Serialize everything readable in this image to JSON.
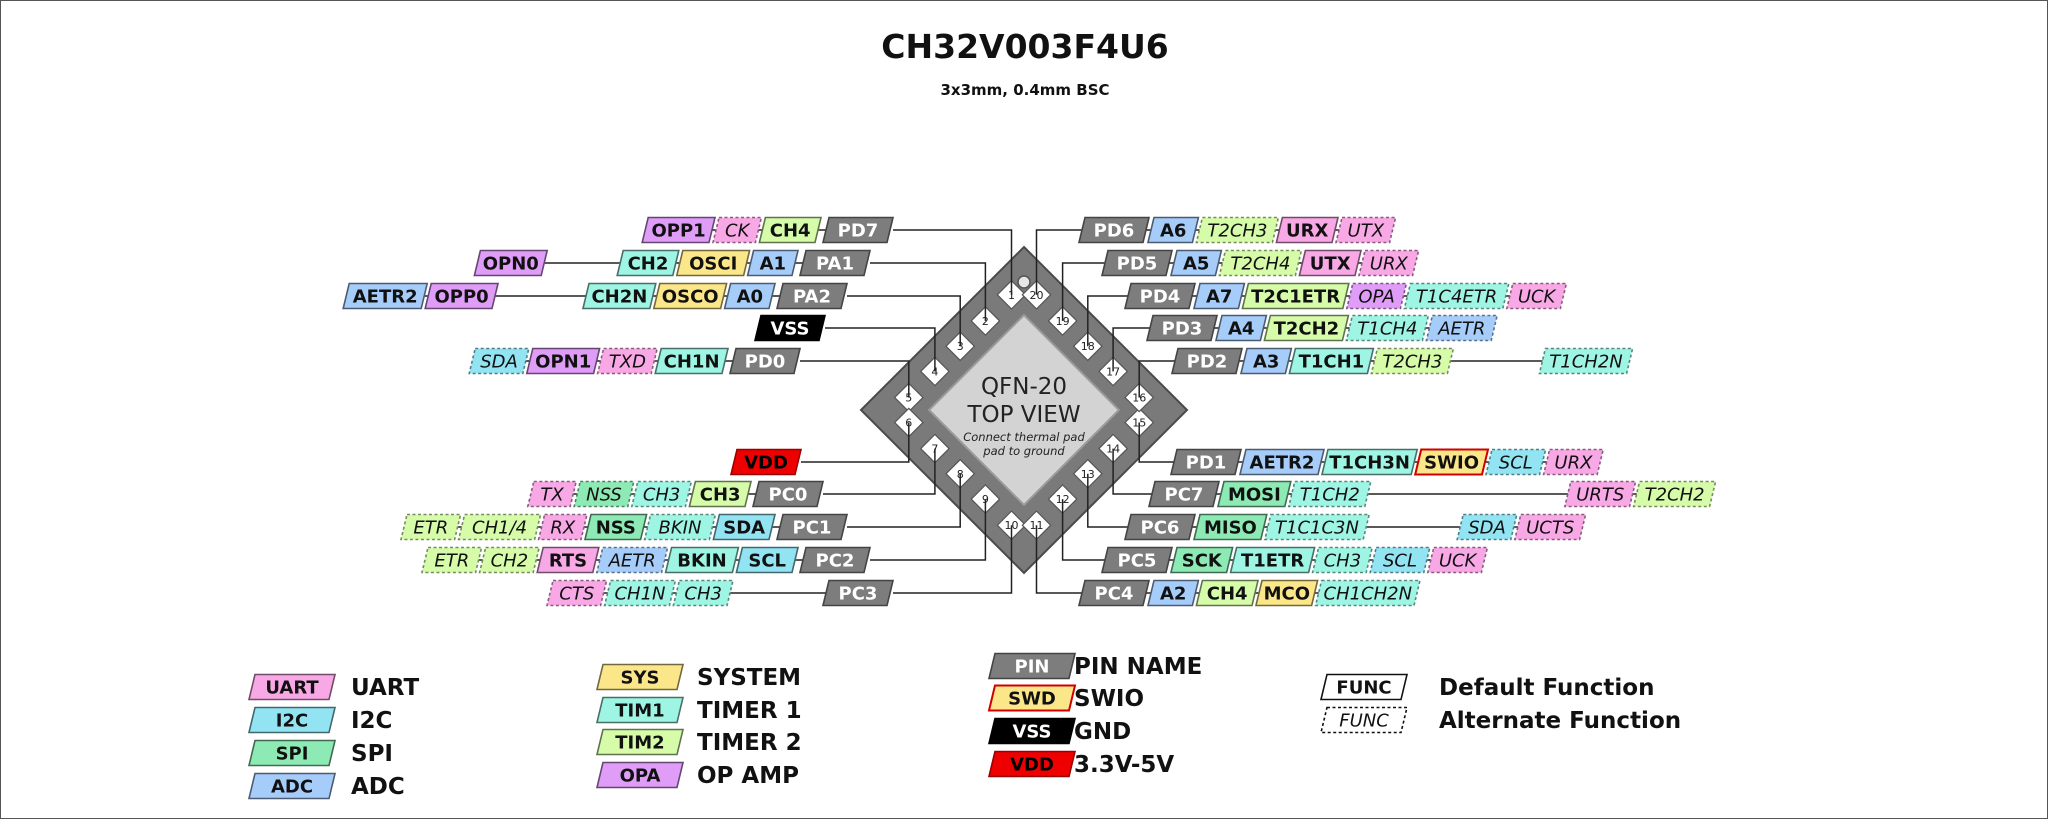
{
  "title": "CH32V003F4U6",
  "subtitle": "3x3mm, 0.4mm BSC",
  "chip": {
    "line1": "QFN-20",
    "line2": "TOP VIEW",
    "note1": "Connect thermal pad",
    "note2": "pad to ground",
    "pin_numbers": [
      "1",
      "2",
      "3",
      "4",
      "5",
      "6",
      "7",
      "8",
      "9",
      "10",
      "11",
      "12",
      "13",
      "14",
      "15",
      "16",
      "17",
      "18",
      "19",
      "20"
    ]
  },
  "colors": {
    "UART": "#f9a8e6",
    "I2C": "#93e4f3",
    "SPI": "#8eeab4",
    "ADC": "#a6cdfa",
    "SYS": "#fbe68a",
    "TIM1": "#9ff5e4",
    "TIM2": "#d6fcaa",
    "OPA": "#df9df8",
    "PIN": "#7d7d7d",
    "SWD": "#fbe68a",
    "VSS": "#000000",
    "VDD": "#ee0000"
  },
  "left_rows": [
    {
      "pin": "PD7",
      "funcs": [
        {
          "t": "OPP1",
          "c": "OPA"
        },
        {
          "t": "CK",
          "c": "UART",
          "alt": true
        },
        {
          "t": "CH4",
          "c": "TIM2"
        }
      ]
    },
    {
      "pin": "PA1",
      "funcs": [
        {
          "t": "OPN0",
          "c": "OPA"
        },
        {
          "t": "CH2",
          "c": "TIM1"
        },
        {
          "t": "OSCI",
          "c": "SYS"
        },
        {
          "t": "A1",
          "c": "ADC"
        }
      ]
    },
    {
      "pin": "PA2",
      "funcs": [
        {
          "t": "AETR2",
          "c": "ADC"
        },
        {
          "t": "OPP0",
          "c": "OPA"
        },
        {
          "t": "CH2N",
          "c": "TIM1"
        },
        {
          "t": "OSCO",
          "c": "SYS"
        },
        {
          "t": "A0",
          "c": "ADC"
        }
      ]
    },
    {
      "pin": "VSS",
      "funcs": []
    },
    {
      "pin": "PD0",
      "funcs": [
        {
          "t": "SDA",
          "c": "I2C",
          "alt": true
        },
        {
          "t": "OPN1",
          "c": "OPA"
        },
        {
          "t": "TXD",
          "c": "UART",
          "alt": true
        },
        {
          "t": "CH1N",
          "c": "TIM1"
        }
      ]
    },
    {
      "pin": "VDD",
      "funcs": []
    },
    {
      "pin": "PC0",
      "funcs": [
        {
          "t": "TX",
          "c": "UART",
          "alt": true
        },
        {
          "t": "NSS",
          "c": "SPI",
          "alt": true
        },
        {
          "t": "CH3",
          "c": "TIM1",
          "alt": true
        },
        {
          "t": "CH3",
          "c": "TIM2"
        }
      ]
    },
    {
      "pin": "PC1",
      "funcs": [
        {
          "t": "ETR",
          "c": "TIM2",
          "alt": true
        },
        {
          "t": "CH1/4",
          "c": "TIM2",
          "alt": true
        },
        {
          "t": "RX",
          "c": "UART",
          "alt": true
        },
        {
          "t": "NSS",
          "c": "SPI"
        },
        {
          "t": "BKIN",
          "c": "TIM1",
          "alt": true
        },
        {
          "t": "SDA",
          "c": "I2C"
        }
      ]
    },
    {
      "pin": "PC2",
      "funcs": [
        {
          "t": "ETR",
          "c": "TIM2",
          "alt": true
        },
        {
          "t": "CH2",
          "c": "TIM2",
          "alt": true
        },
        {
          "t": "RTS",
          "c": "UART"
        },
        {
          "t": "AETR",
          "c": "ADC",
          "alt": true
        },
        {
          "t": "BKIN",
          "c": "TIM1"
        },
        {
          "t": "SCL",
          "c": "I2C"
        }
      ]
    },
    {
      "pin": "PC3",
      "funcs": [
        {
          "t": "CTS",
          "c": "UART",
          "alt": true
        },
        {
          "t": "CH1N",
          "c": "TIM1",
          "alt": true
        },
        {
          "t": "CH3",
          "c": "TIM1",
          "alt": true
        }
      ]
    }
  ],
  "right_rows": [
    {
      "pin": "PD6",
      "funcs": [
        {
          "t": "A6",
          "c": "ADC"
        },
        {
          "t": "T2CH3",
          "c": "TIM2",
          "alt": true
        },
        {
          "t": "URX",
          "c": "UART"
        },
        {
          "t": "UTX",
          "c": "UART",
          "alt": true
        }
      ]
    },
    {
      "pin": "PD5",
      "funcs": [
        {
          "t": "A5",
          "c": "ADC"
        },
        {
          "t": "T2CH4",
          "c": "TIM2",
          "alt": true
        },
        {
          "t": "UTX",
          "c": "UART"
        },
        {
          "t": "URX",
          "c": "UART",
          "alt": true
        }
      ]
    },
    {
      "pin": "PD4",
      "funcs": [
        {
          "t": "A7",
          "c": "ADC"
        },
        {
          "t": "T2C1ETR",
          "c": "TIM2"
        },
        {
          "t": "OPA",
          "c": "OPA",
          "alt": true
        },
        {
          "t": "T1C4ETR",
          "c": "TIM1",
          "alt": true
        },
        {
          "t": "UCK",
          "c": "UART",
          "alt": true
        }
      ]
    },
    {
      "pin": "PD3",
      "funcs": [
        {
          "t": "A4",
          "c": "ADC"
        },
        {
          "t": "T2CH2",
          "c": "TIM2"
        },
        {
          "t": "T1CH4",
          "c": "TIM1",
          "alt": true
        },
        {
          "t": "AETR",
          "c": "ADC",
          "alt": true
        }
      ]
    },
    {
      "pin": "PD2",
      "funcs": [
        {
          "t": "A3",
          "c": "ADC"
        },
        {
          "t": "T1CH1",
          "c": "TIM1"
        },
        {
          "t": "T2CH3",
          "c": "TIM2",
          "alt": true
        },
        {
          "t": "T1CH2N",
          "c": "TIM1",
          "alt": true
        }
      ]
    },
    {
      "pin": "PD1",
      "funcs": [
        {
          "t": "AETR2",
          "c": "ADC"
        },
        {
          "t": "T1CH3N",
          "c": "TIM1"
        },
        {
          "t": "SWIO",
          "c": "SYS",
          "swd": true
        },
        {
          "t": "SCL",
          "c": "I2C",
          "alt": true
        },
        {
          "t": "URX",
          "c": "UART",
          "alt": true
        }
      ]
    },
    {
      "pin": "PC7",
      "funcs": [
        {
          "t": "MOSI",
          "c": "SPI"
        },
        {
          "t": "T1CH2",
          "c": "TIM1",
          "alt": true
        },
        {
          "t": "URTS",
          "c": "UART",
          "alt": true
        },
        {
          "t": "T2CH2",
          "c": "TIM2",
          "alt": true
        }
      ]
    },
    {
      "pin": "PC6",
      "funcs": [
        {
          "t": "MISO",
          "c": "SPI"
        },
        {
          "t": "T1C1C3N",
          "c": "TIM1",
          "alt": true
        },
        {
          "t": "SDA",
          "c": "I2C",
          "alt": true
        },
        {
          "t": "UCTS",
          "c": "UART",
          "alt": true
        }
      ]
    },
    {
      "pin": "PC5",
      "funcs": [
        {
          "t": "SCK",
          "c": "SPI"
        },
        {
          "t": "T1ETR",
          "c": "TIM1"
        },
        {
          "t": "CH3",
          "c": "TIM1",
          "alt": true
        },
        {
          "t": "SCL",
          "c": "I2C",
          "alt": true
        },
        {
          "t": "UCK",
          "c": "UART",
          "alt": true
        }
      ]
    },
    {
      "pin": "PC4",
      "funcs": [
        {
          "t": "A2",
          "c": "ADC"
        },
        {
          "t": "CH4",
          "c": "TIM2"
        },
        {
          "t": "MCO",
          "c": "SYS"
        },
        {
          "t": "CH1CH2N",
          "c": "TIM1",
          "alt": true
        }
      ]
    }
  ],
  "legend": [
    [
      {
        "tag": "UART",
        "label": "UART",
        "c": "UART"
      },
      {
        "tag": "I2C",
        "label": "I2C",
        "c": "I2C"
      },
      {
        "tag": "SPI",
        "label": "SPI",
        "c": "SPI"
      },
      {
        "tag": "ADC",
        "label": "ADC",
        "c": "ADC"
      }
    ],
    [
      {
        "tag": "SYS",
        "label": "SYSTEM",
        "c": "SYS"
      },
      {
        "tag": "TIM1",
        "label": "TIMER 1",
        "c": "TIM1"
      },
      {
        "tag": "TIM2",
        "label": "TIMER 2",
        "c": "TIM2"
      },
      {
        "tag": "OPA",
        "label": "OP AMP",
        "c": "OPA"
      }
    ],
    [
      {
        "tag": "PIN",
        "label": "PIN NAME",
        "c": "PIN"
      },
      {
        "tag": "SWD",
        "label": "SWIO",
        "c": "SWD",
        "swd": true
      },
      {
        "tag": "VSS",
        "label": "GND",
        "c": "VSS"
      },
      {
        "tag": "VDD",
        "label": "3.3V-5V",
        "c": "VDD"
      }
    ],
    [
      {
        "tag": "FUNC",
        "label": "Default Function",
        "c": "NONE"
      },
      {
        "tag": "FUNC",
        "label": "Alternate Function",
        "c": "NONE",
        "alt": true
      }
    ]
  ]
}
